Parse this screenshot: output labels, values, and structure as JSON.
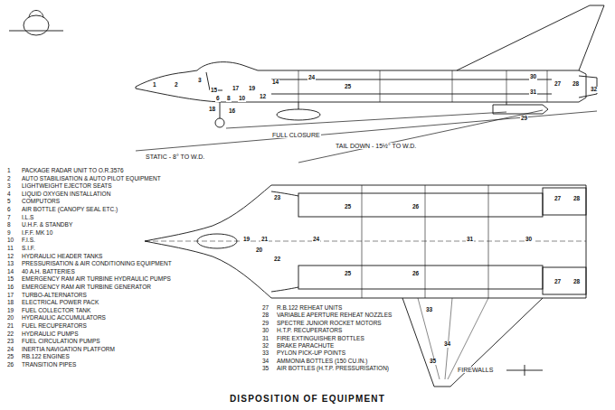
{
  "diagram": {
    "title": "DISPOSITION OF EQUIPMENT",
    "labels": [
      "1 PACKAGE RADAR UNIT TO O.R.3576",
      "2 AUTO STABILISATION & AUTO PILOT EQUIPMENT",
      "3 LIGHTWEIGHT EJECTOR SEATS",
      "4 LIQUID OXYGEN INSTALLATION",
      "5 COMPUTORS",
      "6 AIR BOTTLE (CANOPY SEAL ETC.)",
      "7 I.L.S",
      "8 U.H.F. & STANDBY",
      "9 I.F.F. MK 10",
      "10 F.I.S.",
      "11 S.I.F.",
      "12 HYDRAULIC HEADER TANKS",
      "13 PRESSURISATION & AIR CONDITIONING EQUIPMENT",
      "14 40 A.H. BATTERIES",
      "15 EMERGENCY RAM AIR TURBINE HYDRAULIC PUMPS",
      "16 EMERGENCY RAM AIR TURBINE GENERATOR",
      "17 TURBO-ALTERNATORS",
      "18 ELECTRICAL POWER PACK",
      "19 FUEL COLLECTOR TANK",
      "20 HYDRAULIC ACCUMULATORS",
      "21 FUEL RECUPERATORS",
      "22 HYDRAULIC PUMPS",
      "23 FUEL CIRCULATION PUMPS",
      "24 INERTIA NAVIGATION PLATFORM",
      "25 RB.122 ENGINES",
      "26 TRANSITION PIPES",
      "27 R.B.122 REHEAT UNITS",
      "28 VARIABLE APERTURE REHEAT NOZZLES",
      "29 SPECTRE JUNIOR ROCKET MOTORS",
      "30 H.T.P. RECUPERATORS",
      "31 FIRE EXTINGUISHER BOTTLES",
      "32 BRAKE PARACHUTE",
      "33 PYLON PICK-UP POINTS",
      "34 AMMONIA BOTTLES (150 CU.IN.)",
      "35 AIR BOTTLES (H.T.P. PRESSURISATION)",
      "FULL CLOSURE",
      "STATIC - 8° TO W.D.",
      "TAIL DOWN - 15½° TO W.D.",
      "FIREWALLS",
      "1",
      "2",
      "3",
      "15",
      "6",
      "8",
      "17",
      "10",
      "19",
      "12",
      "14",
      "18",
      "16",
      "24",
      "25",
      "29",
      "30",
      "31",
      "27",
      "28",
      "32",
      "23",
      "19",
      "21",
      "20",
      "22",
      "24",
      "25",
      "25",
      "26",
      "26",
      "31",
      "30",
      "27",
      "28",
      "27",
      "28",
      "33",
      "34",
      "35"
    ]
  }
}
